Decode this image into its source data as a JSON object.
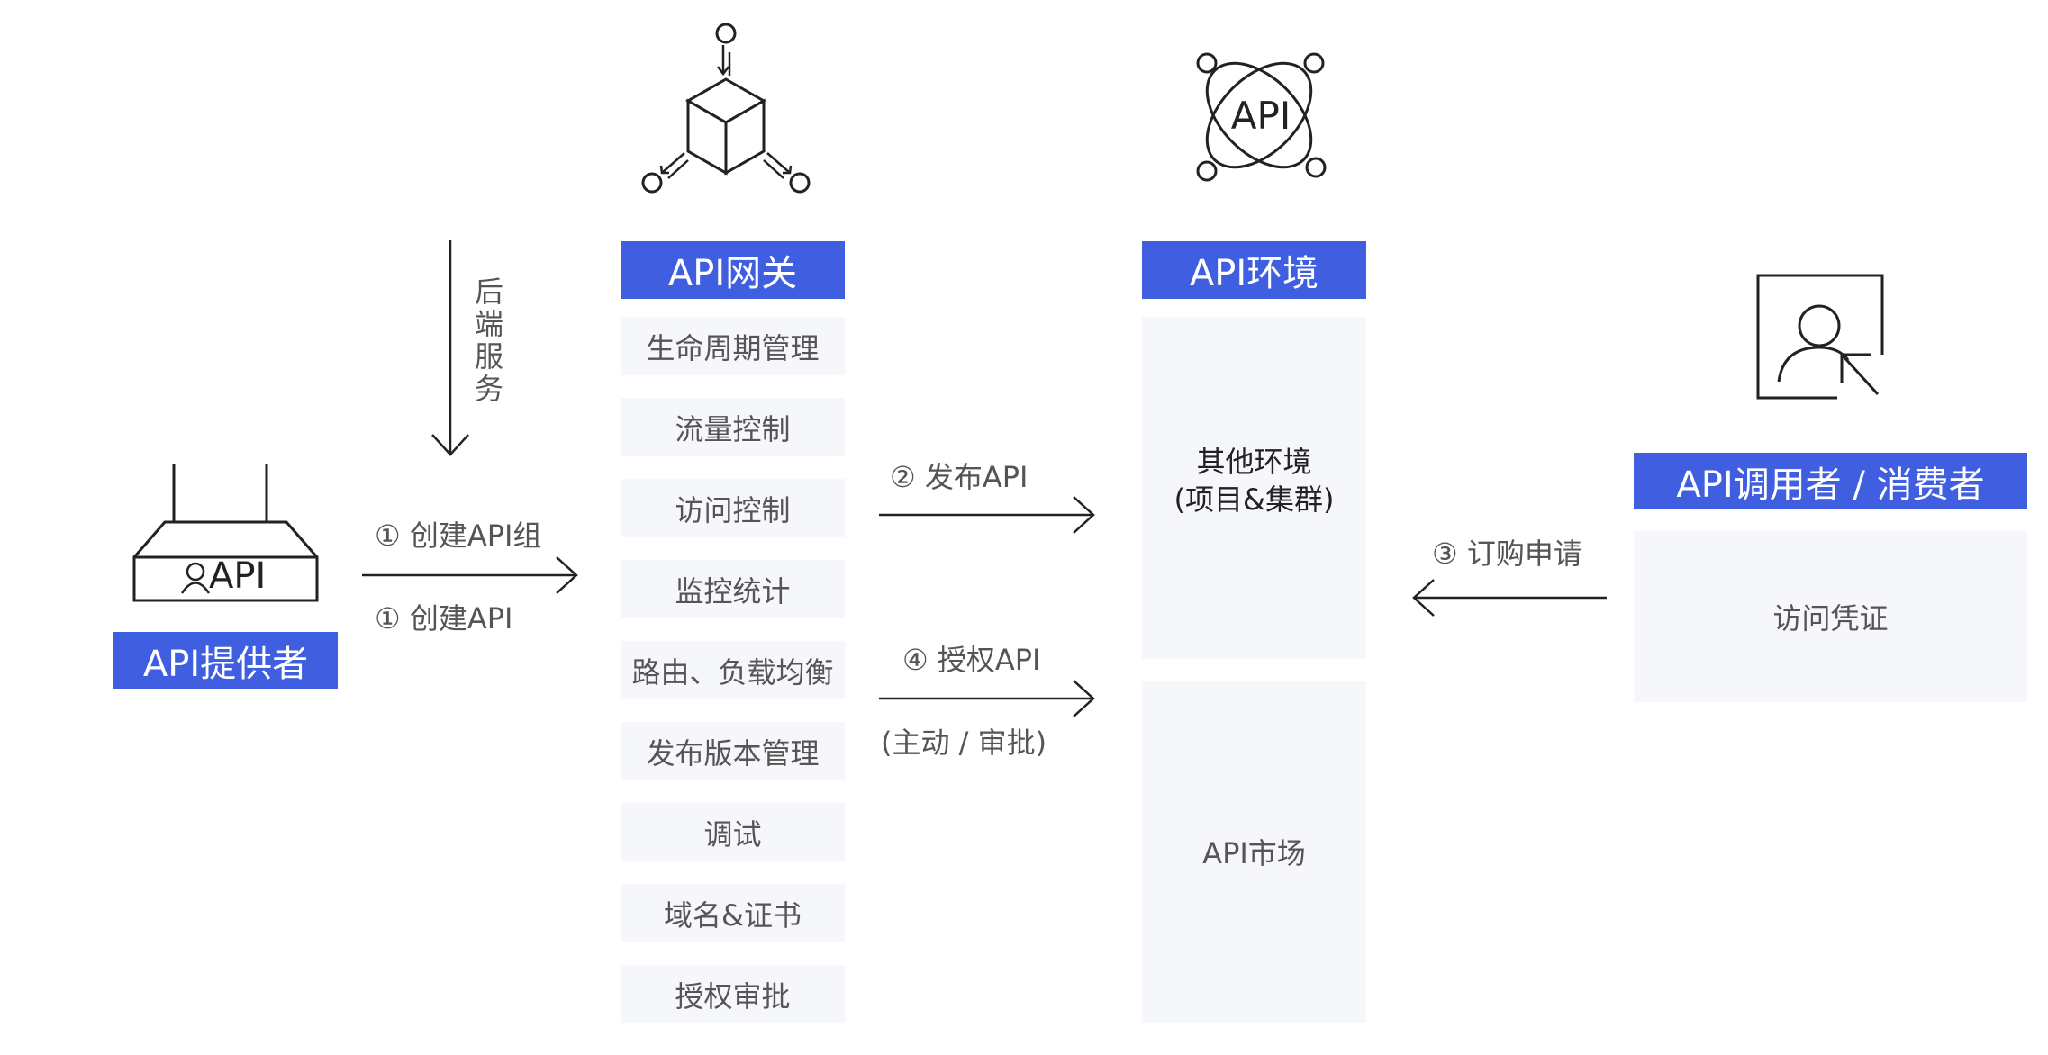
{
  "provider": {
    "title": "API提供者",
    "device_label": "API"
  },
  "backend": {
    "label": "后端服务"
  },
  "arrows": {
    "create_group": "① 创建API组",
    "create_api": "① 创建API",
    "publish": "② 发布API",
    "authorize": "④ 授权API",
    "authorize_note": "(主动 / 审批)",
    "subscribe": "③ 订购申请"
  },
  "gateway": {
    "title": "API网关",
    "functions": [
      "生命周期管理",
      "流量控制",
      "访问控制",
      "监控统计",
      "路由、负载均衡",
      "发布版本管理",
      "调试",
      "域名&证书",
      "授权审批"
    ]
  },
  "environment": {
    "title": "API环境",
    "icon_label": "API",
    "other_env_line1": "其他环境",
    "other_env_line2": "(项目&集群)",
    "market": "API市场"
  },
  "consumer": {
    "title": "API调用者 / 消费者",
    "credential": "访问凭证"
  },
  "colors": {
    "accent": "#3f5fe0",
    "panel": "#f6f7fb",
    "line": "#222222"
  }
}
